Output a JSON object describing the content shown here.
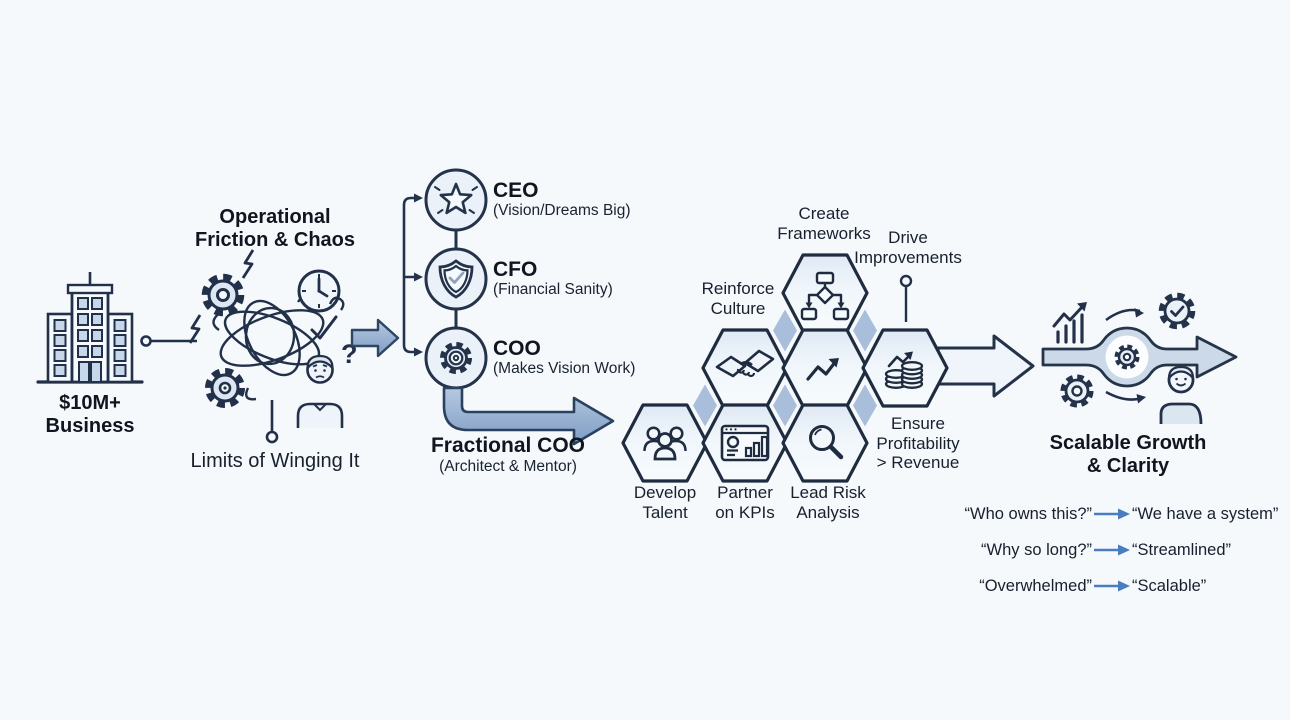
{
  "stage_business": {
    "label": "$10M+\nBusiness"
  },
  "stage_chaos": {
    "title": "Operational\nFriction & Chaos",
    "caption": "Limits of Winging It",
    "question_mark": "?"
  },
  "roles": {
    "ceo_title": "CEO",
    "ceo_subtitle": "(Vision/Dreams Big)",
    "cfo_title": "CFO",
    "cfo_subtitle": "(Financial Sanity)",
    "coo_title": "COO",
    "coo_subtitle": "(Makes Vision Work)",
    "fractional_title": "Fractional COO",
    "fractional_subtitle": "(Architect & Mentor)"
  },
  "activities": {
    "reinforce_culture": "Reinforce\nCulture",
    "create_frameworks": "Create\nFrameworks",
    "drive_improvements": "Drive\nImprovements",
    "ensure_profitability": "Ensure\nProfitability\n> Revenue",
    "develop_talent": "Develop\nTalent",
    "partner_on_kpis": "Partner\non KPIs",
    "lead_risk_analysis": "Lead Risk\nAnalysis"
  },
  "outcome": {
    "title": "Scalable Growth\n& Clarity",
    "quotes": [
      {
        "before": "“Who owns this?”",
        "after": "“We have a system”"
      },
      {
        "before": "“Why so long?”",
        "after": "“Streamlined”"
      },
      {
        "before": "“Overwhelmed”",
        "after": "“Scalable”"
      }
    ]
  },
  "colors": {
    "background": "#f5f9fc",
    "ink": "#18202e",
    "line": "#24324a",
    "steel_blue": "#94afd3",
    "hex_connector": "#a9bedb",
    "quote_arrow": "#4b7cc0"
  }
}
